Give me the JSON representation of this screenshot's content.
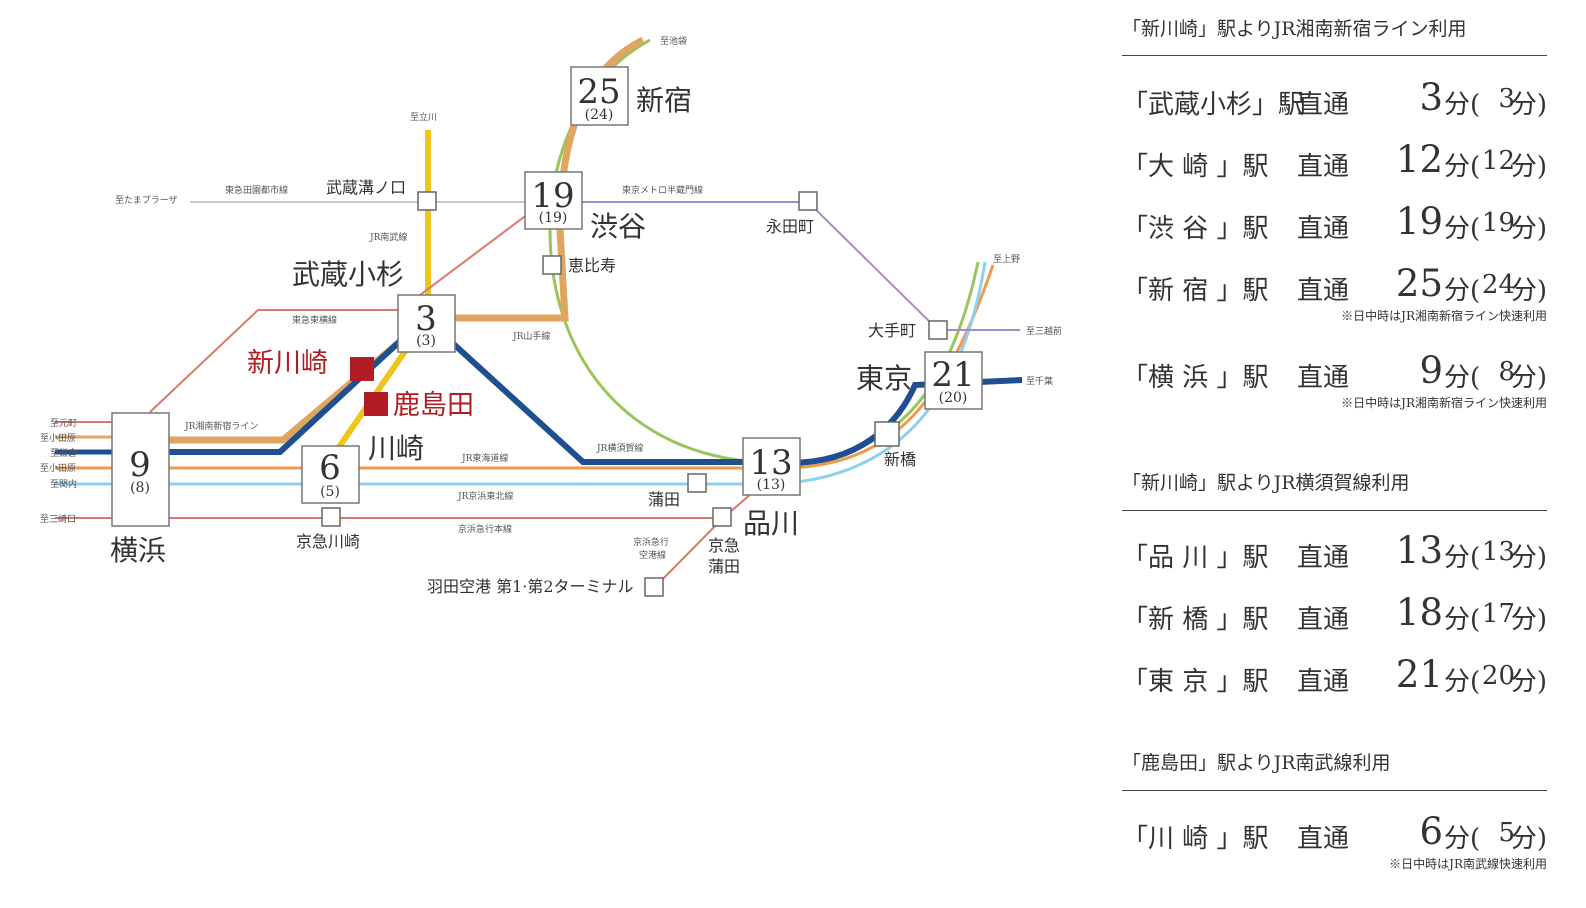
{
  "colors": {
    "shonan_shinjuku": "#e0a660",
    "yokosuka": "#1d4f91",
    "nambu": "#f0c419",
    "tokaido": "#ef9a4a",
    "keihin_tohoku": "#8fd0ef",
    "yamanote": "#9ac55c",
    "tokyu_toyoko": "#d97a6a",
    "keikyu": "#d97a6a",
    "den_en_toshi": "#c8c8c8",
    "hanzomon": "#a98bc4",
    "highlight": "#b01e23"
  },
  "map": {
    "stations": {
      "shinjuku": {
        "name": "新宿",
        "min": "25",
        "rapid": "(24)"
      },
      "shibuya": {
        "name": "渋谷",
        "min": "19",
        "rapid": "(19)"
      },
      "musashikosugi": {
        "name": "武蔵小杉",
        "min": "3",
        "rapid": "(3)"
      },
      "yokohama": {
        "name": "横浜",
        "min": "9",
        "rapid": "(8)"
      },
      "kawasaki": {
        "name": "川崎",
        "min": "6",
        "rapid": "(5)"
      },
      "shinagawa": {
        "name": "品川",
        "min": "13",
        "rapid": "(13)"
      },
      "tokyo": {
        "name": "東京",
        "min": "21",
        "rapid": "(20)"
      },
      "shinkawasaki": {
        "name": "新川崎"
      },
      "kashimada": {
        "name": "鹿島田"
      },
      "musashi_mizonokuchi": "武蔵溝ノ口",
      "ebisu": "恵比寿",
      "nagatacho": "永田町",
      "otemachi": "大手町",
      "shimbashi": "新橋",
      "kamata": "蒲田",
      "keikyu_kawasaki": "京急川崎",
      "keikyu_kamata_1": "京急",
      "keikyu_kamata_2": "蒲田",
      "haneda": "羽田空港 第1·第2ターミナル"
    },
    "lines": {
      "nambu": "JR南武線",
      "den_en_toshi": "東急田園都市線",
      "hanzomon": "東京メトロ半蔵門線",
      "toyoko": "東急東横線",
      "yamanote": "JR山手線",
      "shonan_shinjuku": "JR湘南新宿ライン",
      "yokosuka": "JR横須賀線",
      "tokaido": "JR東海道線",
      "keihin_tohoku": "JR京浜東北線",
      "keikyu_main": "京浜急行本線",
      "keikyu_airport_1": "京浜急行",
      "keikyu_airport_2": "空港線"
    },
    "directions": {
      "ikebukuro": "至池袋",
      "tachikawa": "至立川",
      "tama_plaza": "至たまプラーザ",
      "ueno": "至上野",
      "mitsukoshimae": "至三越前",
      "chiba": "至千葉",
      "motomachi": "至元町",
      "odawara1": "至小田原",
      "kamakura": "至鎌倉",
      "odawara2": "至小田原",
      "sekinai": "至関内",
      "misakiguchi": "至三崎口"
    }
  },
  "panel": {
    "sections": [
      {
        "title": "「新川崎」駅よりJR湘南新宿ライン利用",
        "rows": [
          {
            "station": "「武蔵小杉」駅",
            "via": "直通",
            "min": "3",
            "unit": "分(",
            "rapid": "3",
            "rapid_unit": "分)",
            "note": ""
          },
          {
            "station": "「大 崎 」駅",
            "via": "直通",
            "min": "12",
            "unit": "分(",
            "rapid": "12",
            "rapid_unit": "分)",
            "note": ""
          },
          {
            "station": "「渋 谷 」駅",
            "via": "直通",
            "min": "19",
            "unit": "分(",
            "rapid": "19",
            "rapid_unit": "分)",
            "note": ""
          },
          {
            "station": "「新 宿 」駅",
            "via": "直通",
            "min": "25",
            "unit": "分(",
            "rapid": "24",
            "rapid_unit": "分)",
            "note": "※日中時はJR湘南新宿ライン快速利用"
          },
          {
            "station": "「横 浜 」駅",
            "via": "直通",
            "min": "9",
            "unit": "分(",
            "rapid": "8",
            "rapid_unit": "分)",
            "note": "※日中時はJR湘南新宿ライン快速利用"
          }
        ]
      },
      {
        "title": "「新川崎」駅よりJR横須賀線利用",
        "rows": [
          {
            "station": "「品 川 」駅",
            "via": "直通",
            "min": "13",
            "unit": "分(",
            "rapid": "13",
            "rapid_unit": "分)",
            "note": ""
          },
          {
            "station": "「新 橋 」駅",
            "via": "直通",
            "min": "18",
            "unit": "分(",
            "rapid": "17",
            "rapid_unit": "分)",
            "note": ""
          },
          {
            "station": "「東 京 」駅",
            "via": "直通",
            "min": "21",
            "unit": "分(",
            "rapid": "20",
            "rapid_unit": "分)",
            "note": ""
          }
        ]
      },
      {
        "title": "「鹿島田」駅よりJR南武線利用",
        "rows": [
          {
            "station": "「川 崎 」駅",
            "via": "直通",
            "min": "6",
            "unit": "分(",
            "rapid": "5",
            "rapid_unit": "分)",
            "note": "※日中時はJR南武線快速利用"
          }
        ]
      }
    ]
  }
}
